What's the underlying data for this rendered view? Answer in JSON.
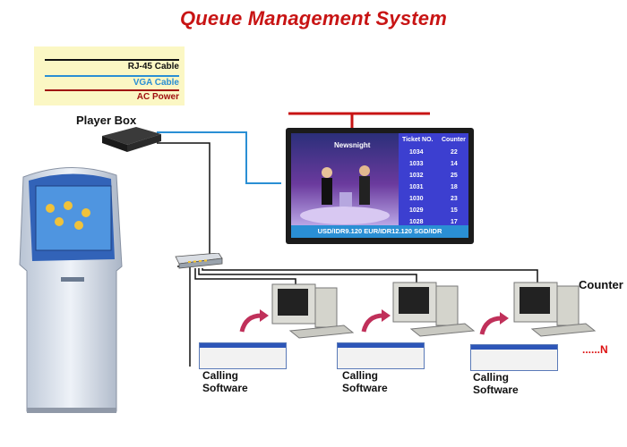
{
  "title": "Queue Management System",
  "legend": {
    "items": [
      {
        "label": "RJ-45 Cable",
        "color": "#111111"
      },
      {
        "label": "VGA Cable",
        "color": "#2a8fd4"
      },
      {
        "label": "AC Power",
        "color": "#a01010"
      }
    ]
  },
  "labels": {
    "player_box": "Player Box",
    "counter": "Counter",
    "n": "......N"
  },
  "calling_software": [
    {
      "line1": "Calling",
      "line2": "Software"
    },
    {
      "line1": "Calling",
      "line2": "Software"
    },
    {
      "line1": "Calling",
      "line2": "Software"
    }
  ],
  "display": {
    "headers": {
      "ticket": "Ticket NO.",
      "counter": "Counter"
    },
    "rows": [
      {
        "ticket": "1034",
        "counter": "22"
      },
      {
        "ticket": "1033",
        "counter": "14"
      },
      {
        "ticket": "1032",
        "counter": "25"
      },
      {
        "ticket": "1031",
        "counter": "18"
      },
      {
        "ticket": "1030",
        "counter": "23"
      },
      {
        "ticket": "1029",
        "counter": "15"
      },
      {
        "ticket": "1028",
        "counter": "17"
      }
    ],
    "ticker": "USD/IDR9.120 EUR/IDR12.120 SGD/IDR",
    "news": "Newsnight"
  },
  "colors": {
    "title": "#c81414",
    "vga": "#2a8fd4",
    "power": "#a01010",
    "kiosk_body": "#cfd8e6",
    "kiosk_screen": "#2b6fd1",
    "arrow": "#c0305a"
  }
}
